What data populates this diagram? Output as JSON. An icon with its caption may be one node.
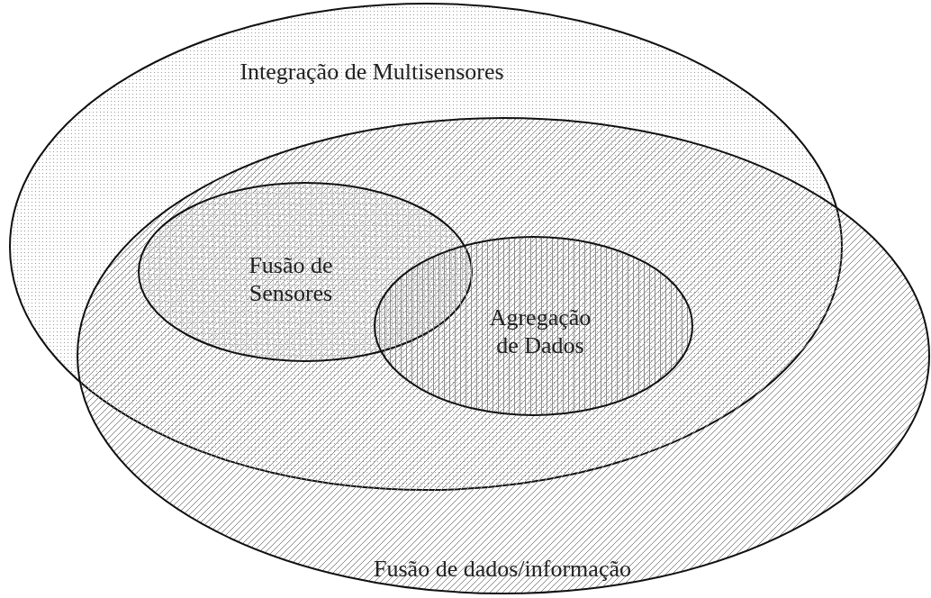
{
  "diagram": {
    "nodes": [
      {
        "text": [
          "Integração de Multisensores"
        ]
      },
      {
        "text": [
          "Fusão de dados/informação"
        ]
      },
      {
        "text": [
          "Fusão de Sensores"
        ]
      },
      {
        "text": [
          "Agregação de Dados"
        ]
      }
    ]
  }
}
